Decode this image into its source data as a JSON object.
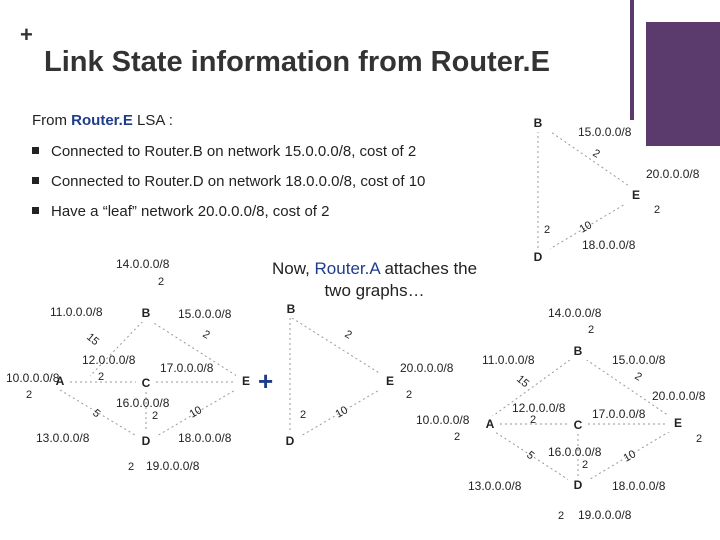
{
  "title": {
    "plus": "+",
    "text": "Link State information from Router.E"
  },
  "lsa": {
    "prefix": "From ",
    "router": "Router.E",
    "suffix": " LSA :",
    "bullets": [
      "Connected to Router.B on network 15.0.0.0/8, cost of 2",
      "Connected to Router.D on network 18.0.0.0/8, cost of 10",
      "Have a “leaf” network 20.0.0.0/8, cost of 2"
    ]
  },
  "now_text": {
    "line1_prefix": "Now, ",
    "router": "Router.A",
    "line1_suffix": " attaches the",
    "line2": "two graphs…"
  },
  "plus_sign": "+",
  "colors": {
    "accent_purple": "#5b3a6e",
    "highlight_blue": "#1f3c8c",
    "edge_gray": "#999999"
  },
  "graphs": {
    "top_right": {
      "nodes": [
        "B",
        "E",
        "D"
      ],
      "networks": [
        "15.0.0.0/8",
        "20.0.0.0/8",
        "18.0.0.0/8"
      ],
      "costs": [
        "2",
        "2",
        "2",
        "10"
      ]
    },
    "left": {
      "nodes": [
        "B",
        "A",
        "C",
        "E",
        "D"
      ],
      "networks": [
        "14.0.0.0/8",
        "11.0.0.0/8",
        "15.0.0.0/8",
        "12.0.0.0/8",
        "17.0.0.0/8",
        "10.0.0.0/8",
        "16.0.0.0/8",
        "13.0.0.0/8",
        "18.0.0.0/8",
        "19.0.0.0/8"
      ],
      "costs": [
        "2",
        "15",
        "2",
        "2",
        "2",
        "2",
        "5",
        "10",
        "2"
      ]
    },
    "middle": {
      "nodes": [
        "B",
        "E",
        "D"
      ],
      "networks": [
        "20.0.0.0/8"
      ],
      "costs": [
        "2",
        "2",
        "2",
        "10"
      ]
    },
    "right": {
      "nodes": [
        "B",
        "A",
        "C",
        "E",
        "D"
      ],
      "networks": [
        "14.0.0.0/8",
        "11.0.0.0/8",
        "15.0.0.0/8",
        "20.0.0.0/8",
        "12.0.0.0/8",
        "17.0.0.0/8",
        "10.0.0.0/8",
        "16.0.0.0/8",
        "13.0.0.0/8",
        "18.0.0.0/8",
        "19.0.0.0/8"
      ],
      "costs": [
        "2",
        "15",
        "2",
        "2",
        "2",
        "2",
        "5",
        "10",
        "2",
        "2"
      ]
    }
  }
}
